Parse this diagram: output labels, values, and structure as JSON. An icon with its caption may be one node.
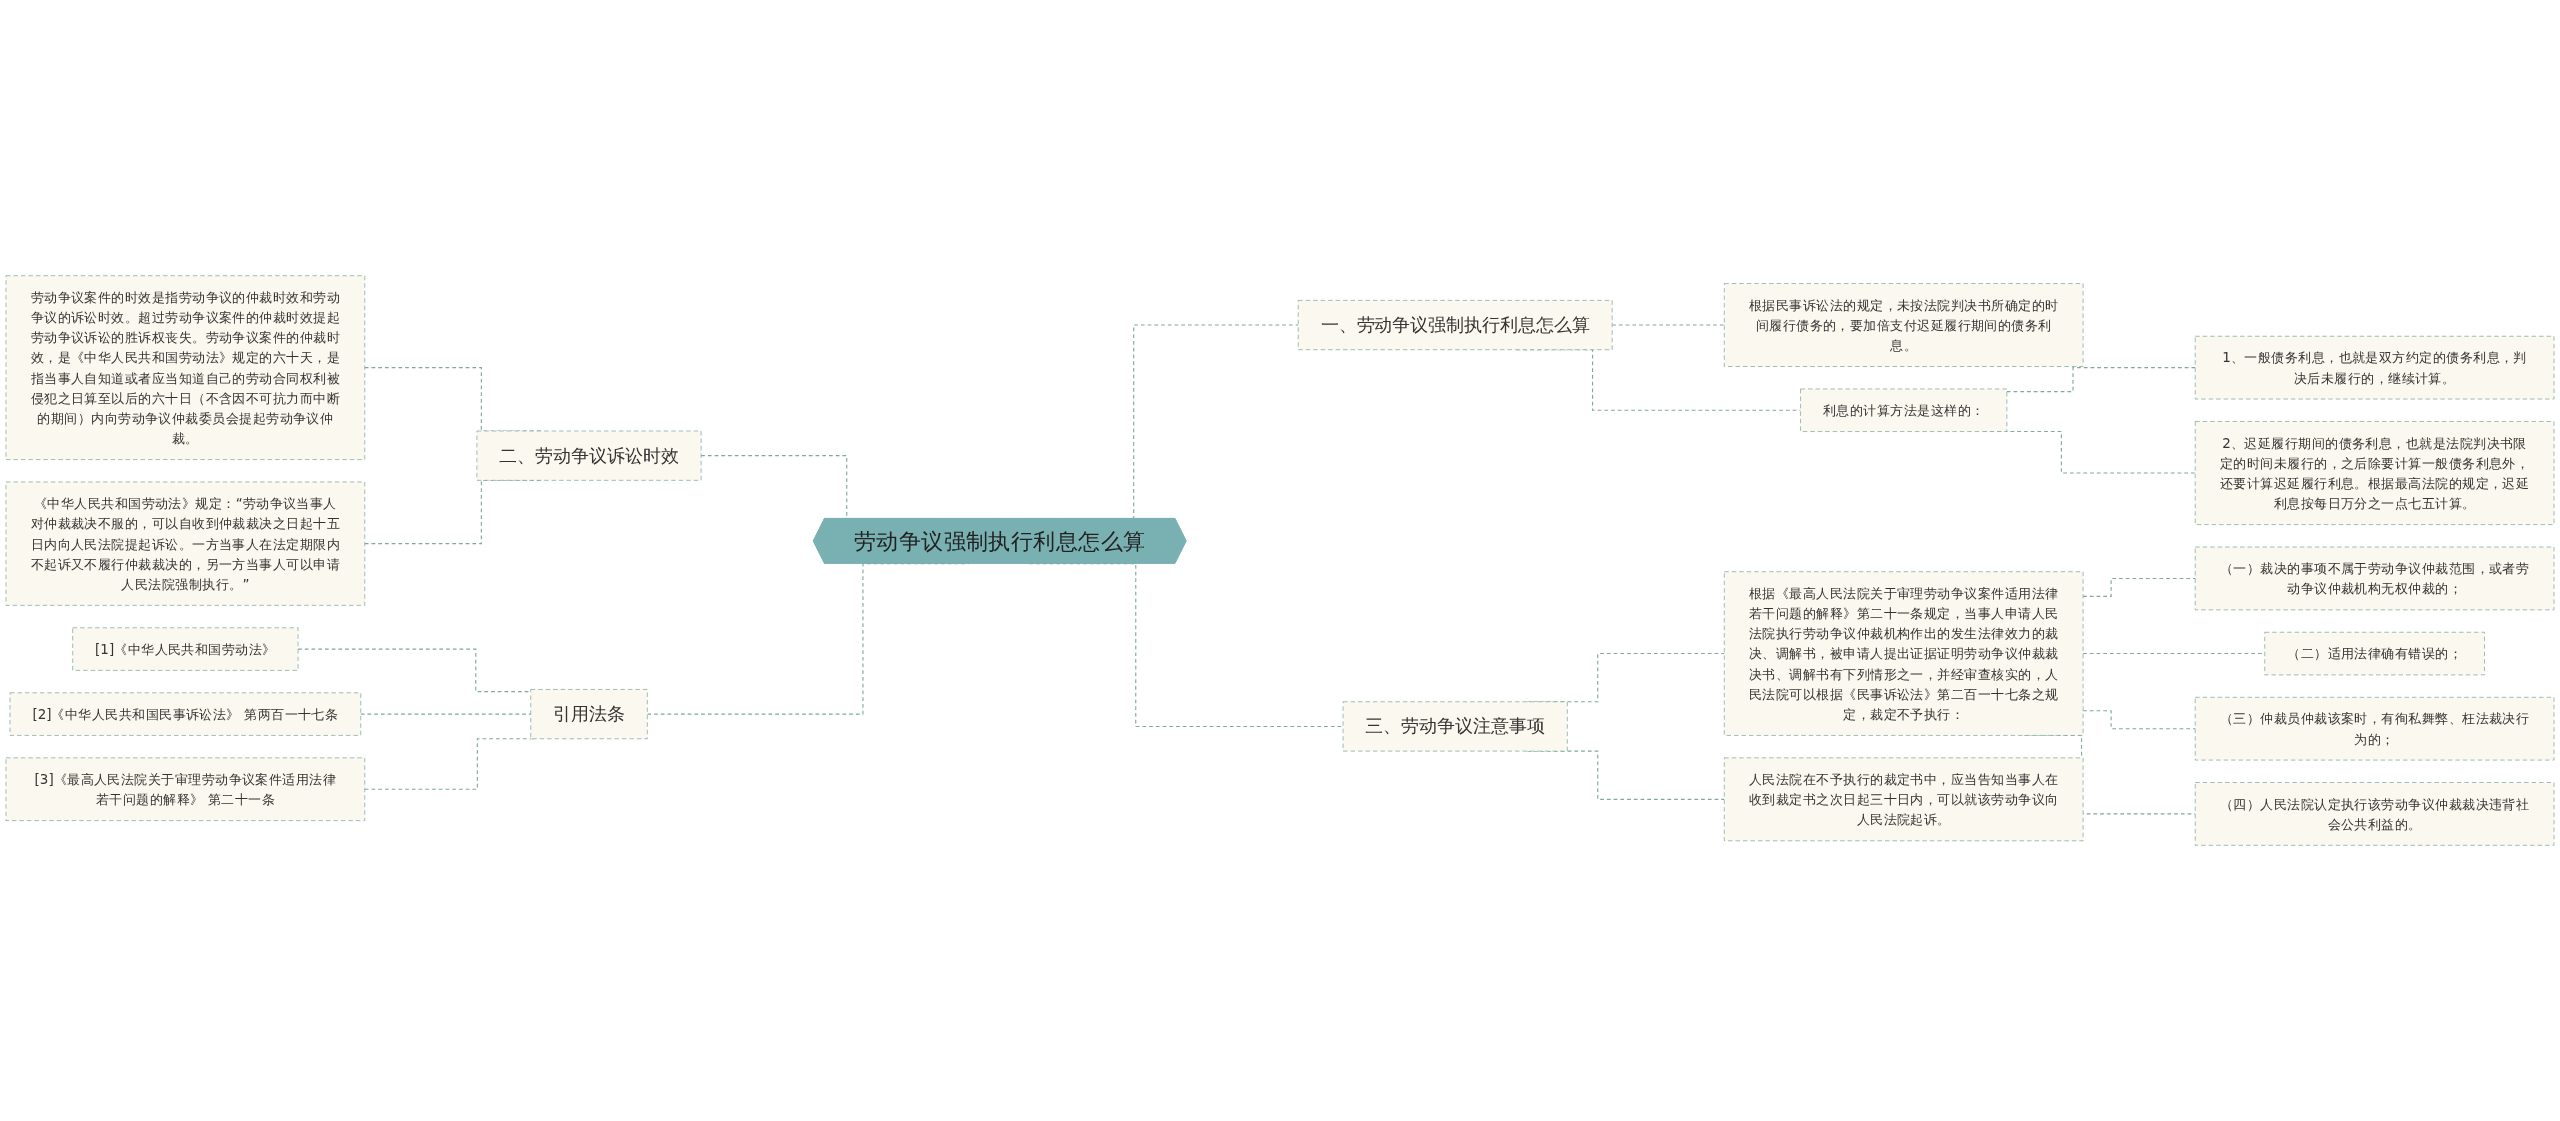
{
  "diagram": {
    "nodes": [
      {
        "text": [
          "劳动争议强制执行利息怎么算"
        ]
      },
      {
        "text": [
          "一、劳动争议强制执行利息怎么算"
        ]
      },
      {
        "text": [
          "根据民事诉讼法的规定，未按法院判决书所确定的时间履行债务的，要加倍支付迟延履行期间的债务利息。"
        ]
      },
      {
        "text": [
          "利息的计算方法是这样的："
        ]
      },
      {
        "text": [
          "1、一般债务利息，也就是双方约定的债务利息，判决后未履行的，继续计算。"
        ]
      },
      {
        "text": [
          "2、迟延履行期间的债务利息，也就是法院判决书限定的时间未履行的，之后除要计算一般债务利息外，还要计算迟延履行利息。根据最高法院的规定，迟延利息按每日万分之一点七五计算。"
        ]
      },
      {
        "text": [
          "三、劳动争议注意事项"
        ]
      },
      {
        "text": [
          "根据《最高人民法院关于审理劳动争议案件适用法律若干问题的解释》第二十一条规定，当事人申请人民法院执行劳动争议仲裁机构作出的发生法律效力的裁决、调解书，被申请人提出证据证明劳动争议仲裁裁决书、调解书有下列情形之一，并经审查核实的，人民法院可以根据《民事诉讼法》第二百一十七条之规定，裁定不予执行："
        ]
      },
      {
        "text": [
          "（一）裁决的事项不属于劳动争议仲裁范围，或者劳动争议仲裁机构无权仲裁的；"
        ]
      },
      {
        "text": [
          "（二）适用法律确有错误的；"
        ]
      },
      {
        "text": [
          "（三）仲裁员仲裁该案时，有徇私舞弊、枉法裁决行为的；"
        ]
      },
      {
        "text": [
          "（四）人民法院认定执行该劳动争议仲裁裁决违背社会公共利益的。"
        ]
      },
      {
        "text": [
          "人民法院在不予执行的裁定书中，应当告知当事人在收到裁定书之次日起三十日内，可以就该劳动争议向人民法院起诉。"
        ]
      },
      {
        "text": [
          "二、劳动争议诉讼时效"
        ]
      },
      {
        "text": [
          "劳动争议案件的时效是指劳动争议的仲裁时效和劳动争议的诉讼时效。超过劳动争议案件的仲裁时效提起劳动争议诉讼的胜诉权丧失。劳动争议案件的仲裁时效，是《中华人民共和国劳动法》规定的六十天，是指当事人自知道或者应当知道自己的劳动合同权利被侵犯之日算至以后的六十日（不含因不可抗力而中断的期间）内向劳动争议仲裁委员会提起劳动争议仲裁。"
        ]
      },
      {
        "text": [
          "《中华人民共和国劳动法》规定：“劳动争议当事人对仲裁裁决不服的，可以自收到仲裁裁决之日起十五日内向人民法院提起诉讼。一方当事人在法定期限内不起诉又不履行仲裁裁决的，另一方当事人可以申请人民法院强制执行。”"
        ]
      },
      {
        "text": [
          "引用法条"
        ]
      },
      {
        "text": [
          "[1]《中华人民共和国劳动法》"
        ]
      },
      {
        "text": [
          "[2]《中华人民共和国民事诉讼法》 第两百一十七条"
        ]
      },
      {
        "text": [
          "[3]《最高人民法院关于审理劳动争议案件适用法律若干问题的解释》 第二十一条"
        ]
      }
    ],
    "edges": [
      {
        "from": 0,
        "to": 1,
        "arrow": "none",
        "style": "dashed"
      },
      {
        "from": 1,
        "to": 2,
        "arrow": "none",
        "style": "dashed"
      },
      {
        "from": 1,
        "to": 3,
        "arrow": "none",
        "style": "dashed"
      },
      {
        "from": 3,
        "to": 4,
        "arrow": "none",
        "style": "dashed"
      },
      {
        "from": 3,
        "to": 5,
        "arrow": "none",
        "style": "dashed"
      },
      {
        "from": 0,
        "to": 6,
        "arrow": "none",
        "style": "dashed"
      },
      {
        "from": 6,
        "to": 7,
        "arrow": "none",
        "style": "dashed"
      },
      {
        "from": 7,
        "to": 8,
        "arrow": "none",
        "style": "dashed"
      },
      {
        "from": 7,
        "to": 9,
        "arrow": "none",
        "style": "dashed"
      },
      {
        "from": 7,
        "to": 10,
        "arrow": "none",
        "style": "dashed"
      },
      {
        "from": 7,
        "to": 11,
        "arrow": "none",
        "style": "dashed"
      },
      {
        "from": 6,
        "to": 12,
        "arrow": "none",
        "style": "dashed"
      },
      {
        "from": 13,
        "to": 0,
        "arrow": "none",
        "style": "dashed"
      },
      {
        "from": 14,
        "to": 13,
        "arrow": "none",
        "style": "dashed"
      },
      {
        "from": 15,
        "to": 13,
        "arrow": "none",
        "style": "dashed"
      },
      {
        "from": 16,
        "to": 0,
        "arrow": "none",
        "style": "dashed"
      },
      {
        "from": 17,
        "to": 16,
        "arrow": "none",
        "style": "dashed"
      },
      {
        "from": 18,
        "to": 16,
        "arrow": "none",
        "style": "dashed"
      },
      {
        "from": 19,
        "to": 16,
        "arrow": "none",
        "style": "dashed"
      }
    ]
  }
}
